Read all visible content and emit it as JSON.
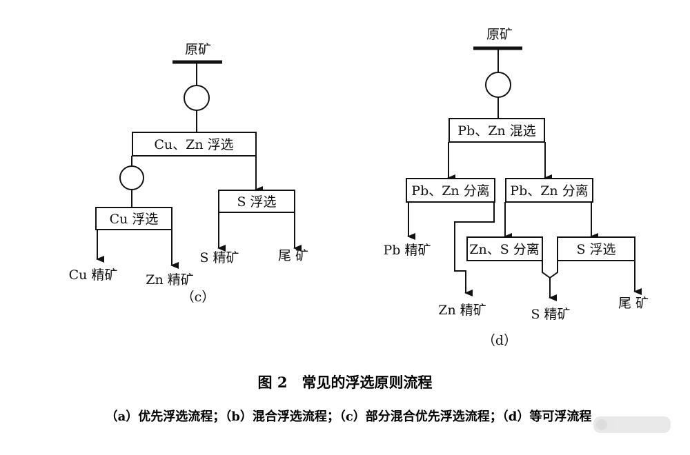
{
  "diagram_c": {
    "feed": "原矿",
    "box1": "Cu、Zn 浮选",
    "box2": "Cu 浮选",
    "box3": "S 浮选",
    "out1": "Cu 精矿",
    "out2": "Zn 精矿",
    "out3": "S 精矿",
    "out4": "尾 矿",
    "tag": "（c）"
  },
  "diagram_d": {
    "feed": "原矿",
    "box1": "Pb、Zn 混选",
    "box2": "Pb、Zn 分离",
    "box3": "Pb、Zn 分离",
    "box4": "Zn、S 分离",
    "box5": "S 浮选",
    "out1": "Pb 精矿",
    "out2": "Zn 精矿",
    "out3": "S 精矿",
    "out4": "尾 矿",
    "tag": "（d）"
  },
  "figure": {
    "title": "图 2　常见的浮选原则流程",
    "caption": "（a）优先浮选流程；（b）混合浮选流程；（c）部分混合优先浮选流程；（d）等可浮流程"
  }
}
